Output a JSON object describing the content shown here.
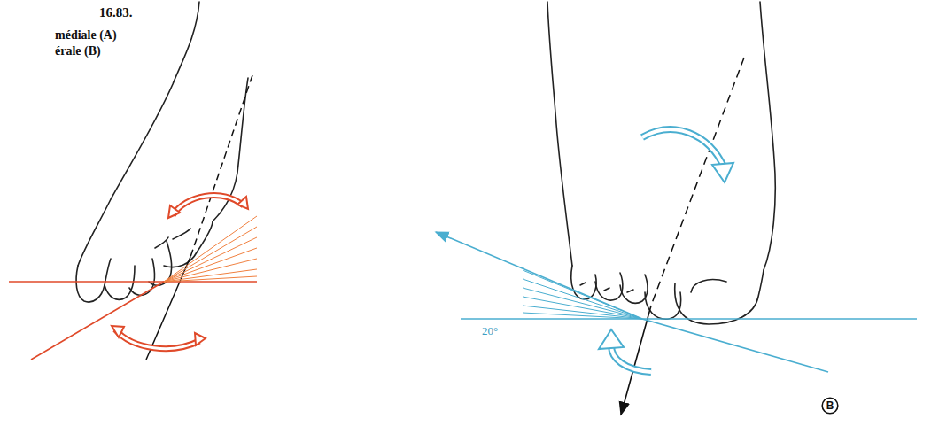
{
  "diagram": {
    "nodes": [
      {
        "text": [
          "B"
        ]
      }
    ],
    "labels": [
      "16.83.",
      "médiale (A)",
      "érale (B)",
      "20°"
    ]
  }
}
